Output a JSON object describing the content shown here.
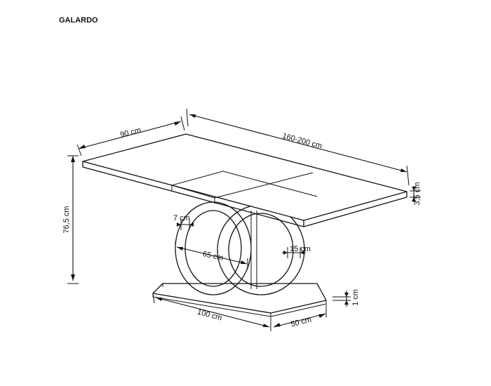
{
  "title": "GALARDO",
  "dimensions": {
    "depth": "90 cm",
    "length": "160-200 cm",
    "top_thickness": "3,5 cm",
    "height": "76,5 cm",
    "ring_width": "7 cm",
    "ring_diameter": "65 cm",
    "ring_gap": "15 cm",
    "base_thickness": "1 cm",
    "base_length": "100 cm",
    "base_depth": "50 cm"
  }
}
